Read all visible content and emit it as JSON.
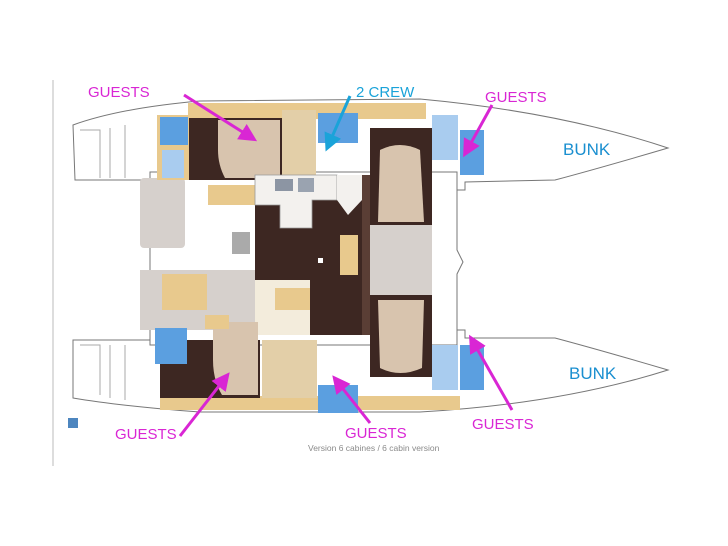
{
  "labels": {
    "guests_top_left": "GUESTS",
    "crew_top": "2 CREW",
    "guests_top_right": "GUESTS",
    "bunk_top": "BUNK",
    "bunk_bottom": "BUNK",
    "guests_bottom_left": "GUESTS",
    "guests_bottom_middle": "GUESTS",
    "guests_bottom_right": "GUESTS"
  },
  "caption": "Version 6 cabines / 6 cabin version",
  "colors": {
    "guests_label": "#d926d4",
    "crew_label": "#1aa3d9",
    "bunk_label": "#1a8fd0",
    "floor_dark": "#3d2722",
    "wood": "#e8c98d",
    "bed": "#d8c4ae",
    "head_blue": "#5b9fe0",
    "seat_gray": "#d6d0cc"
  }
}
